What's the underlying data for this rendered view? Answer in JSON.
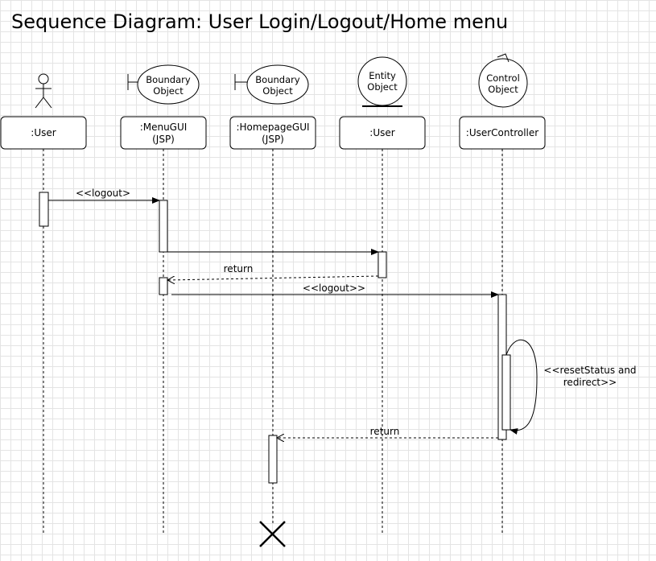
{
  "title": "Sequence Diagram: User Login/Logout/Home menu",
  "participants": [
    {
      "id": "user_actor",
      "kind": "actor",
      "name": ":User"
    },
    {
      "id": "menugui",
      "kind": "boundary",
      "icon_line1": "Boundary",
      "icon_line2": "Object",
      "name_line1": ":MenuGUI",
      "name_line2": "(JSP)"
    },
    {
      "id": "homepagegui",
      "kind": "boundary",
      "icon_line1": "Boundary",
      "icon_line2": "Object",
      "name_line1": ":HomepageGUI",
      "name_line2": "(JSP)"
    },
    {
      "id": "user_entity",
      "kind": "entity",
      "icon_line1": "Entity",
      "icon_line2": "Object",
      "name": ":User"
    },
    {
      "id": "usercontroller",
      "kind": "control",
      "icon_line1": "Control",
      "icon_line2": "Object",
      "name": ":UserController"
    }
  ],
  "messages": [
    {
      "from": ":User",
      "to": ":MenuGUI",
      "label": "<<logout>",
      "style": "synchronous"
    },
    {
      "from": ":MenuGUI",
      "to": ":User (entity)",
      "label": "",
      "style": "synchronous"
    },
    {
      "from": ":User (entity)",
      "to": ":MenuGUI",
      "label": "return",
      "style": "return"
    },
    {
      "from": ":MenuGUI",
      "to": ":UserController",
      "label": "<<logout>>",
      "style": "synchronous"
    },
    {
      "from": ":UserController",
      "to": ":UserController",
      "label_line1": "<<resetStatus and",
      "label_line2": "redirect>>",
      "style": "self"
    },
    {
      "from": ":UserController",
      "to": ":HomepageGUI",
      "label": "return",
      "style": "return"
    }
  ],
  "destroyed": ":HomepageGUI"
}
